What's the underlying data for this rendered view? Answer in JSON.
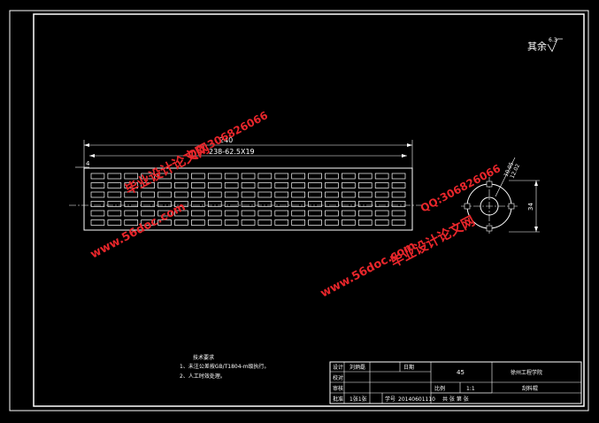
{
  "roughness": {
    "label": "其余",
    "value": "6.3"
  },
  "dims": {
    "overall": "240",
    "pitch": "238-62.5X19",
    "left_small": "4",
    "height": "34",
    "dia_a": "10.05",
    "dia_b": "12.02"
  },
  "tech_notes": {
    "title": "技术要求",
    "items": [
      "1、未注公差按GB/T1804-m级执行。",
      "2、人工时效处理。"
    ]
  },
  "title_block": {
    "r1c1": "设计",
    "r1c2": "刘炳磊",
    "r1c3": "日期",
    "material": "45",
    "school": "徐州工程学院",
    "r2c1": "校对",
    "r3c1": "审核",
    "r3c4": "比例",
    "scale": "1:1",
    "part": "刮料辊",
    "r4c1": "批准",
    "r4c2": "1张1张",
    "r4c3": "学号",
    "student_id": "20140601110",
    "sheets": "共 张 第 张"
  },
  "watermarks": {
    "site_cn": "毕业设计论文网",
    "qq": "QQ:306826066",
    "url": "www.56doc.com"
  },
  "colors": {
    "line": "#ffffff",
    "hatch": "#ffffff",
    "watermark": "#e8262b",
    "bg": "#000000"
  }
}
